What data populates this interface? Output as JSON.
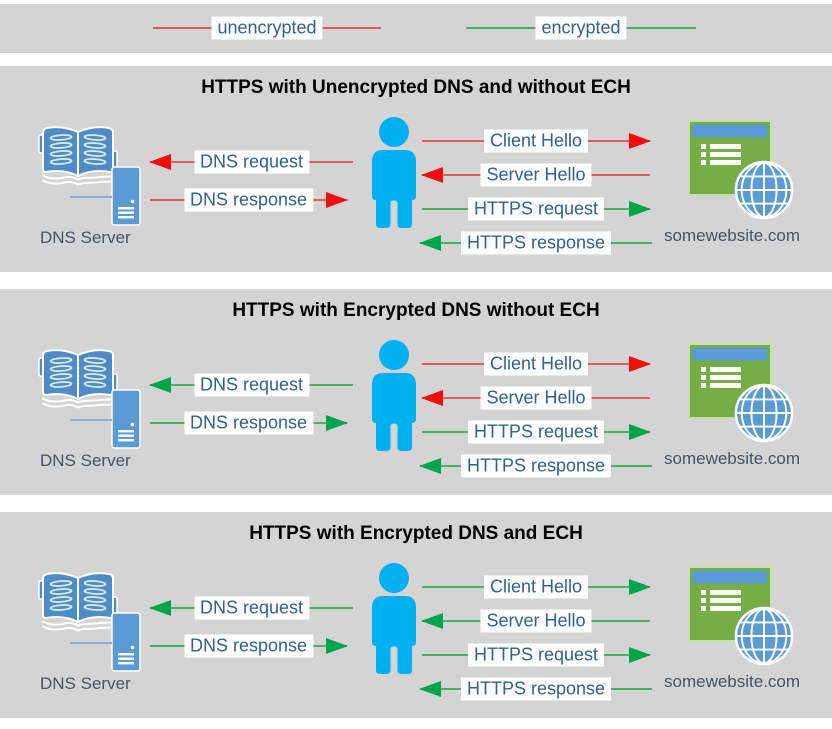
{
  "colors": {
    "panel_bg": "#d4d4d4",
    "title_text": "#000000",
    "label_text": "#31618f",
    "caption_text": "#44546a",
    "unencrypted_line": "#e25b5c",
    "unencrypted_head": "#f40b0c",
    "encrypted_line": "#47b062",
    "encrypted_head": "#00a44d",
    "person": "#00b0f0",
    "icon_blue": "#5b9bd5",
    "book_blue": "#4d8bc9",
    "book_line": "#d9ecd9",
    "window_green": "#76ad47",
    "window_border": "#c6e0a5"
  },
  "legend": {
    "items": [
      {
        "label": "unencrypted",
        "encryption": "unencrypted"
      },
      {
        "label": "encrypted",
        "encryption": "encrypted"
      }
    ]
  },
  "panels": [
    {
      "title": "HTTPS with Unencrypted DNS and without ECH",
      "dns_server_caption": "DNS Server",
      "website_caption": "somewebsite.com",
      "arrows": {
        "dns_request": {
          "label": "DNS request",
          "direction": "left",
          "encryption": "unencrypted"
        },
        "dns_response": {
          "label": "DNS response",
          "direction": "right",
          "encryption": "unencrypted"
        },
        "client_hello": {
          "label": "Client Hello",
          "direction": "right",
          "encryption": "unencrypted"
        },
        "server_hello": {
          "label": "Server Hello",
          "direction": "left",
          "encryption": "unencrypted"
        },
        "https_request": {
          "label": "HTTPS request",
          "direction": "right",
          "encryption": "encrypted"
        },
        "https_response": {
          "label": "HTTPS response",
          "direction": "left",
          "encryption": "encrypted"
        }
      }
    },
    {
      "title": "HTTPS with Encrypted DNS without ECH",
      "dns_server_caption": "DNS Server",
      "website_caption": "somewebsite.com",
      "arrows": {
        "dns_request": {
          "label": "DNS request",
          "direction": "left",
          "encryption": "encrypted"
        },
        "dns_response": {
          "label": "DNS response",
          "direction": "right",
          "encryption": "encrypted"
        },
        "client_hello": {
          "label": "Client Hello",
          "direction": "right",
          "encryption": "unencrypted"
        },
        "server_hello": {
          "label": "Server Hello",
          "direction": "left",
          "encryption": "unencrypted"
        },
        "https_request": {
          "label": "HTTPS request",
          "direction": "right",
          "encryption": "encrypted"
        },
        "https_response": {
          "label": "HTTPS response",
          "direction": "left",
          "encryption": "encrypted"
        }
      }
    },
    {
      "title": "HTTPS with Encrypted DNS and ECH",
      "dns_server_caption": "DNS Server",
      "website_caption": "somewebsite.com",
      "arrows": {
        "dns_request": {
          "label": "DNS request",
          "direction": "left",
          "encryption": "encrypted"
        },
        "dns_response": {
          "label": "DNS response",
          "direction": "right",
          "encryption": "encrypted"
        },
        "client_hello": {
          "label": "Client Hello",
          "direction": "right",
          "encryption": "encrypted"
        },
        "server_hello": {
          "label": "Server Hello",
          "direction": "left",
          "encryption": "encrypted"
        },
        "https_request": {
          "label": "HTTPS request",
          "direction": "right",
          "encryption": "encrypted"
        },
        "https_response": {
          "label": "HTTPS response",
          "direction": "left",
          "encryption": "encrypted"
        }
      }
    }
  ]
}
